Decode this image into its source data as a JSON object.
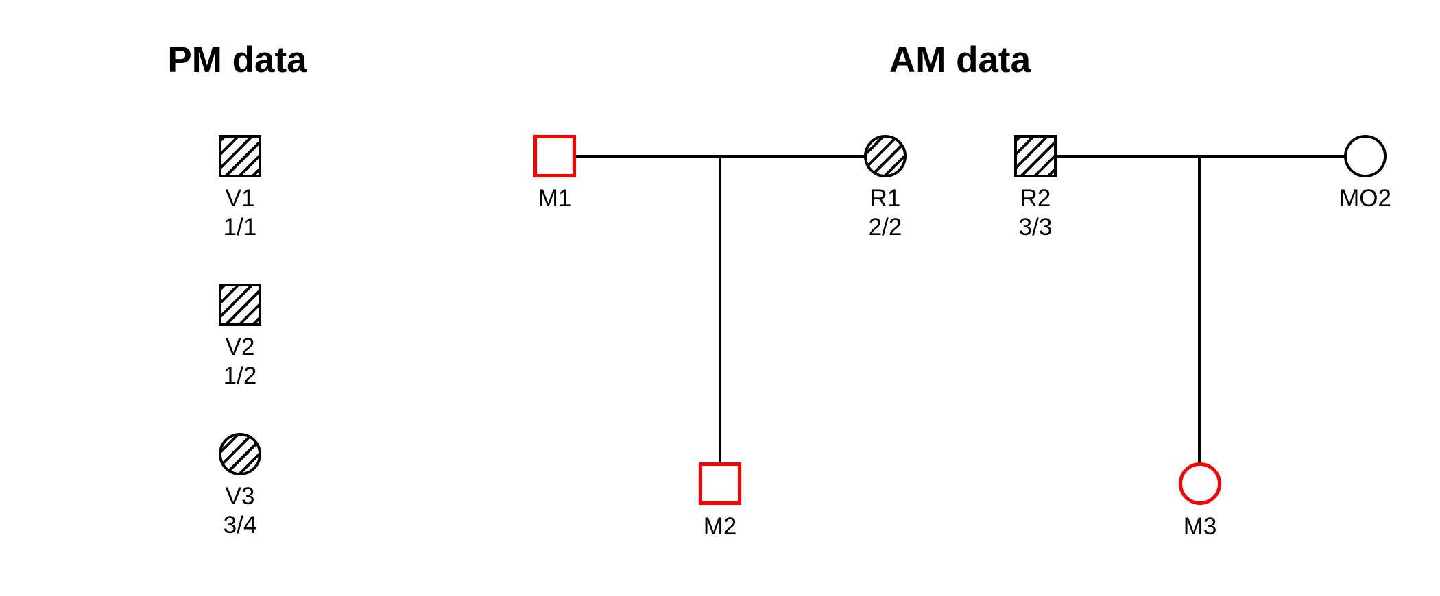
{
  "plot": {
    "background_color": "#ffffff",
    "line_color": "#000000",
    "missing_person_color": "#ff0000",
    "reference_fill": "hatched"
  },
  "pm_panel": {
    "title": "PM data",
    "samples": [
      {
        "id": "V1",
        "genotype": "1/1",
        "shape": "square",
        "fill": "hatched",
        "outline": "black"
      },
      {
        "id": "V2",
        "genotype": "1/2",
        "shape": "square",
        "fill": "hatched",
        "outline": "black"
      },
      {
        "id": "V3",
        "genotype": "3/4",
        "shape": "circle",
        "fill": "hatched",
        "outline": "black"
      }
    ]
  },
  "am_panel": {
    "title": "AM data",
    "pedigrees": [
      {
        "father": {
          "id": "M1",
          "shape": "square",
          "fill": "none",
          "outline": "red"
        },
        "mother": {
          "id": "R1",
          "genotype": "2/2",
          "shape": "circle",
          "fill": "hatched",
          "outline": "black"
        },
        "child": {
          "id": "M2",
          "shape": "square",
          "fill": "none",
          "outline": "red"
        }
      },
      {
        "father": {
          "id": "R2",
          "genotype": "3/3",
          "shape": "square",
          "fill": "hatched",
          "outline": "black"
        },
        "mother": {
          "id": "MO2",
          "shape": "circle",
          "fill": "none",
          "outline": "black"
        },
        "child": {
          "id": "M3",
          "shape": "circle",
          "fill": "none",
          "outline": "red"
        }
      }
    ]
  }
}
